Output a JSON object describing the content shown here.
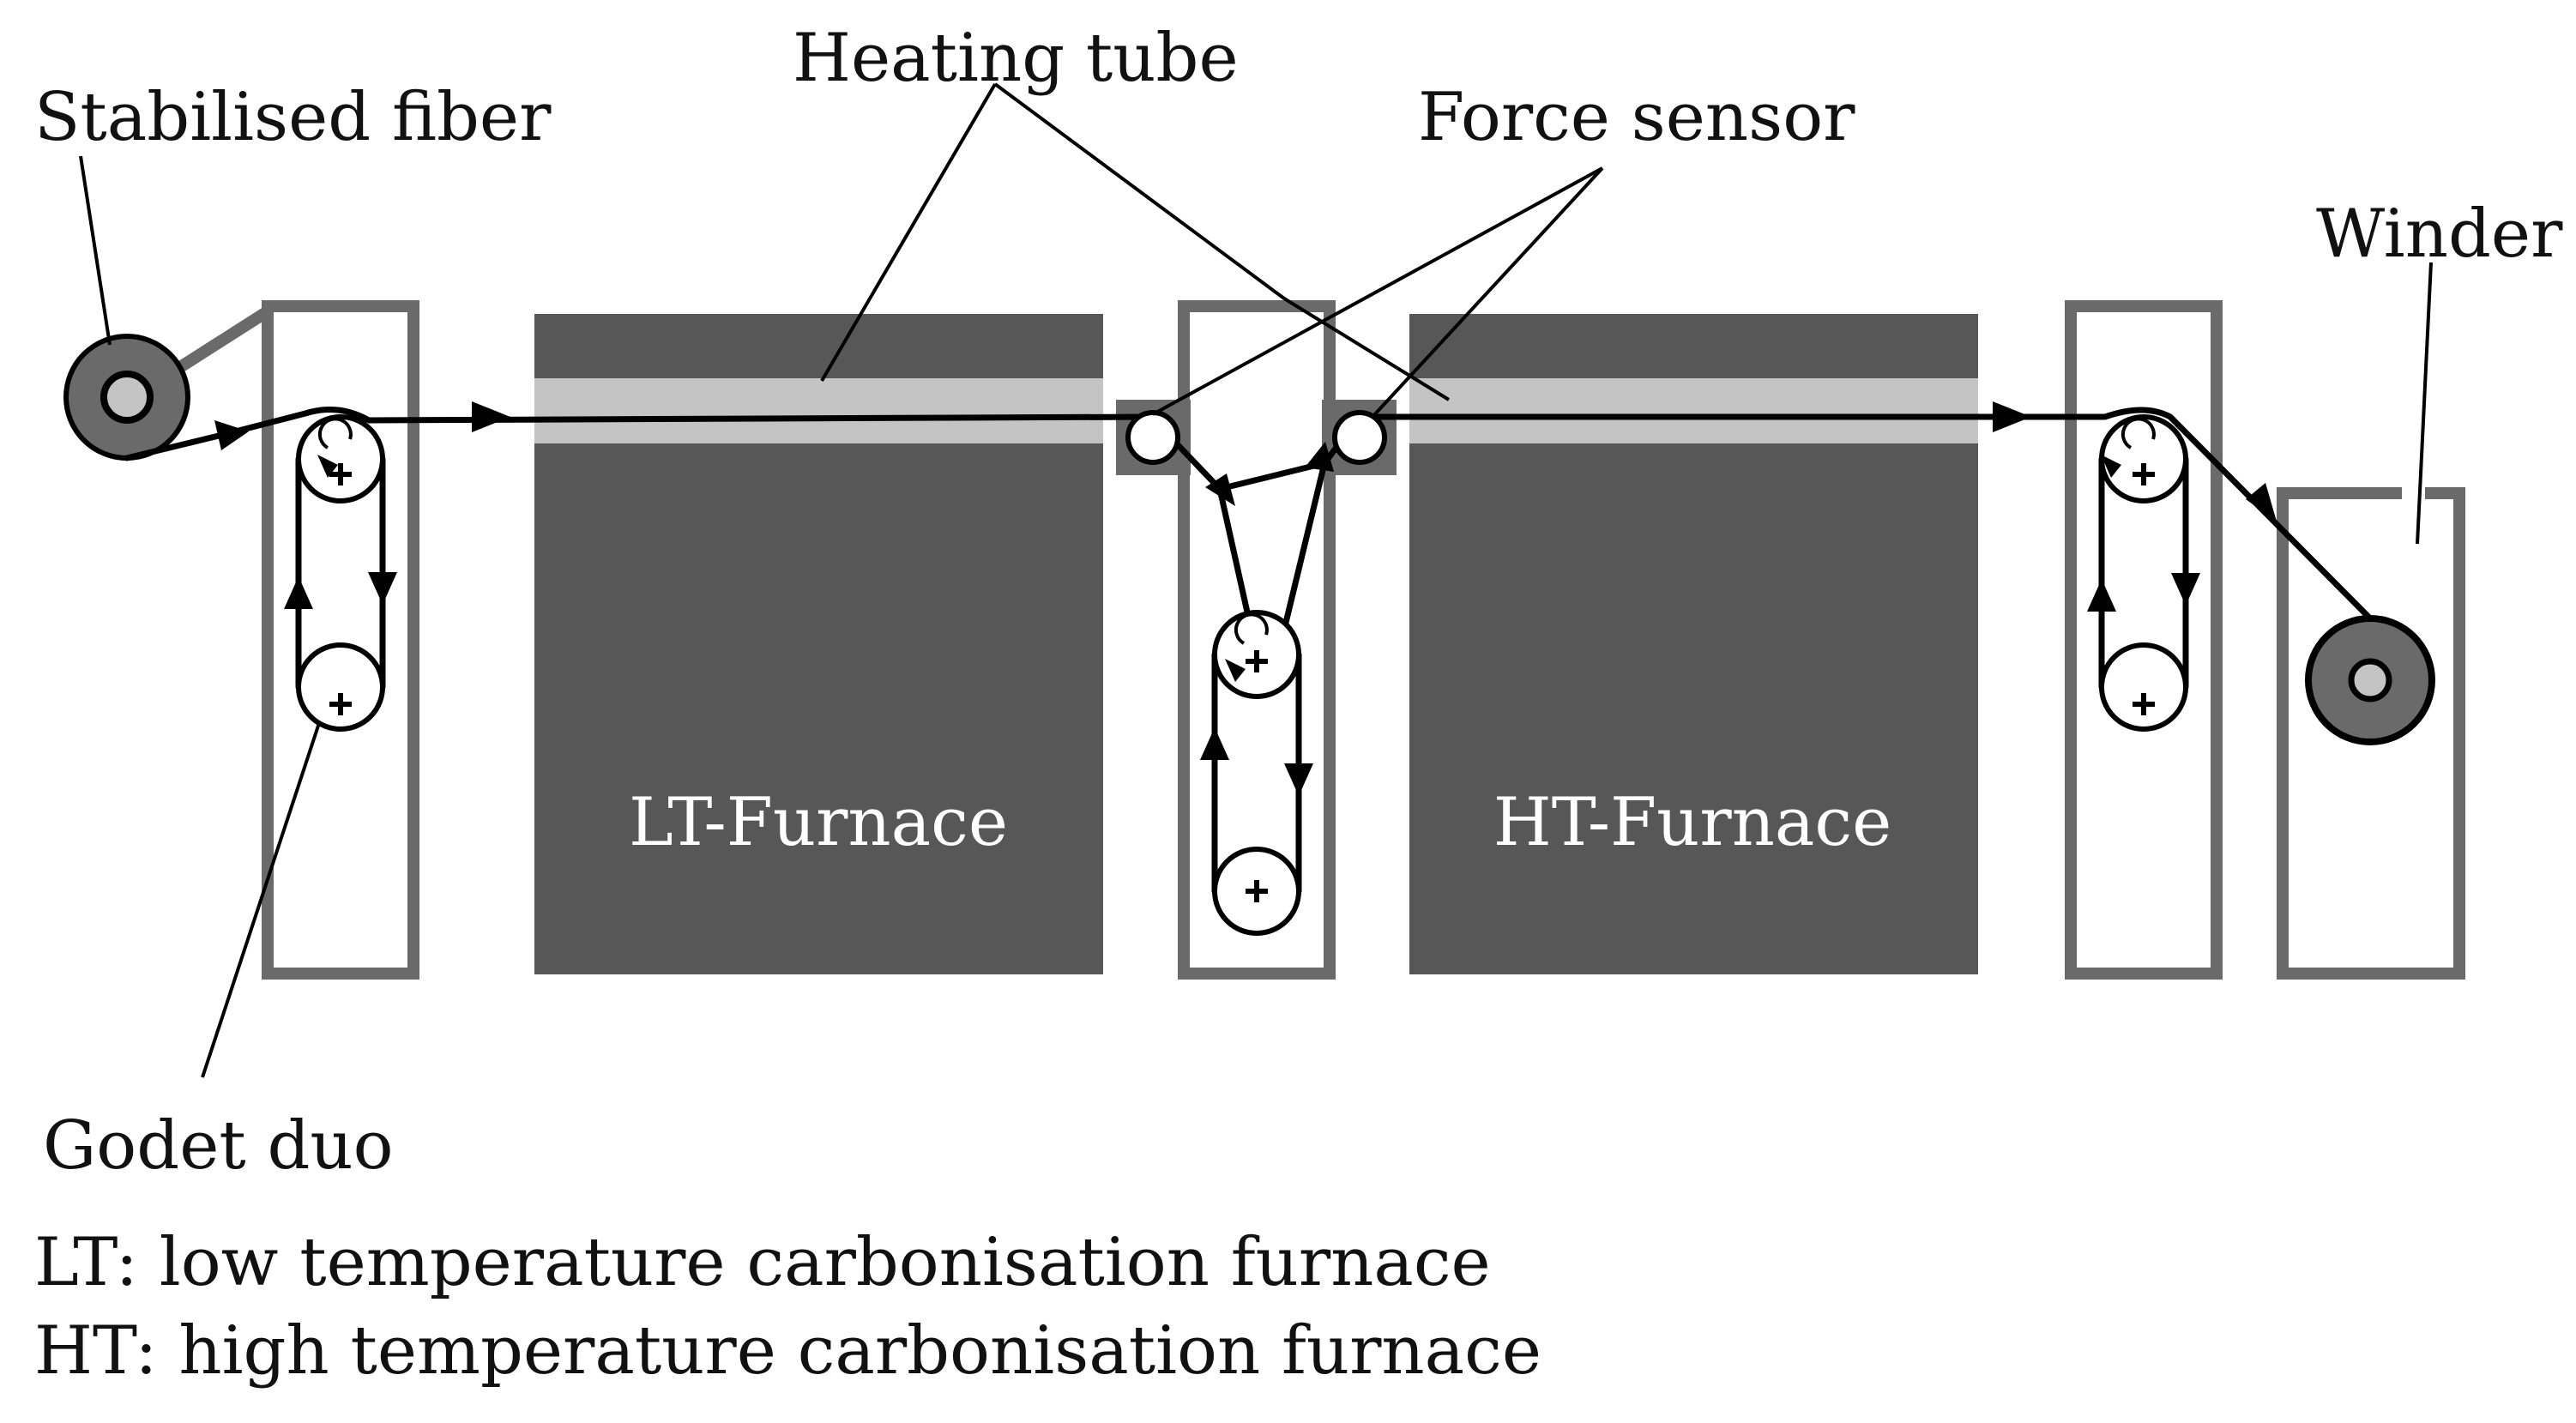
{
  "labels": {
    "stabilised_fiber": "Stabilised fiber",
    "heating_tube": "Heating tube",
    "force_sensor": "Force sensor",
    "winder": "Winder",
    "godet_duo": "Godet duo",
    "lt_furnace": "LT-Furnace",
    "ht_furnace": "HT-Furnace"
  },
  "legend": {
    "lt": "LT: low temperature carbonisation furnace",
    "ht": "HT: high temperature carbonisation furnace"
  },
  "colors": {
    "furnace": "#575757",
    "frame": "#6a6a6a",
    "heating_tube": "#c4c4c4",
    "fiber": "#000000"
  }
}
